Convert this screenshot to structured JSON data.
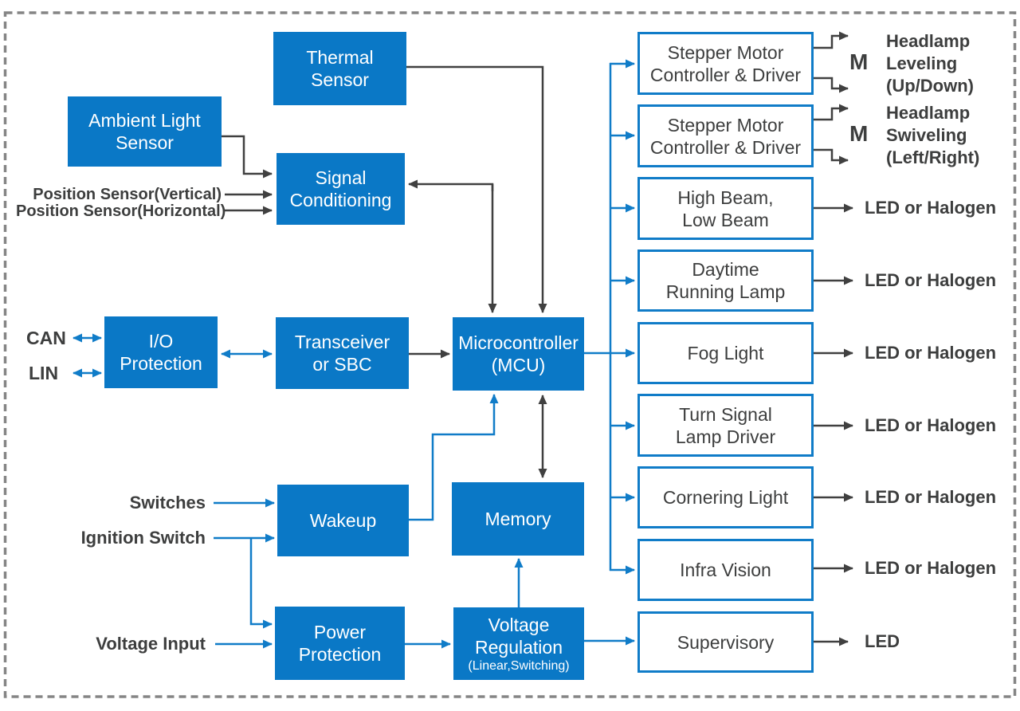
{
  "colors": {
    "block_blue": "#0a78c6",
    "line_blue": "#107cc8",
    "dark_gray": "#3d3e3e",
    "frame_gray": "#858585",
    "block_text": "#ffffff"
  },
  "blocks": {
    "thermal": {
      "l1": "Thermal",
      "l2": "Sensor"
    },
    "ambient_light": {
      "l1": "Ambient Light",
      "l2": "Sensor"
    },
    "signal_conditioning": {
      "l1": "Signal",
      "l2": "Conditioning"
    },
    "io_protection": {
      "l1": "I/O",
      "l2": "Protection"
    },
    "transceiver": {
      "l1": "Transceiver",
      "l2": "or SBC"
    },
    "mcu": {
      "l1": "Microcontroller",
      "l2": "(MCU)"
    },
    "wakeup": {
      "l1": "Wakeup"
    },
    "memory": {
      "l1": "Memory"
    },
    "power_protection": {
      "l1": "Power",
      "l2": "Protection"
    },
    "voltage_regulation": {
      "l1": "Voltage",
      "l2": "Regulation",
      "l3": "(Linear,Switching)"
    }
  },
  "output_blocks": {
    "stepper1": {
      "l1": "Stepper Motor",
      "l2": "Controller & Driver"
    },
    "stepper2": {
      "l1": "Stepper Motor",
      "l2": "Controller & Driver"
    },
    "beams": {
      "l1": "High Beam,",
      "l2": "Low Beam"
    },
    "drl": {
      "l1": "Daytime",
      "l2": "Running Lamp"
    },
    "fog": {
      "l1": "Fog Light"
    },
    "turn": {
      "l1": "Turn Signal",
      "l2": "Lamp Driver"
    },
    "cornering": {
      "l1": "Cornering Light"
    },
    "infra": {
      "l1": "Infra Vision"
    },
    "supervisory": {
      "l1": "Supervisory"
    }
  },
  "inputs": {
    "position_vertical": "Position Sensor(Vertical)",
    "position_horizontal": "Position Sensor(Horizontal)",
    "can": "CAN",
    "lin": "LIN",
    "switches": "Switches",
    "ignition": "Ignition Switch",
    "voltage_input": "Voltage Input"
  },
  "outputs": {
    "motor": "M",
    "leveling": {
      "l1": "Headlamp",
      "l2": "Leveling",
      "l3": "(Up/Down)"
    },
    "swiveling": {
      "l1": "Headlamp",
      "l2": "Swiveling",
      "l3": "(Left/Right)"
    },
    "led_or_halogen": "LED or Halogen",
    "led": "LED"
  }
}
